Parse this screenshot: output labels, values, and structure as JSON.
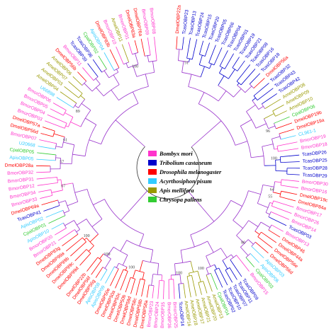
{
  "figure": {
    "legend": [
      {
        "species": "Bombyx mori",
        "color": "#ff33cc"
      },
      {
        "species": "Tribolium castaneum",
        "color": "#0000cc"
      },
      {
        "species": "Drosophila melanogaster",
        "color": "#ff0000"
      },
      {
        "species": "Acyrthosiphon pisum",
        "color": "#33ccff"
      },
      {
        "species": "Apis mellifera",
        "color": "#999900"
      },
      {
        "species": "Chrysopa pallens",
        "color": "#33cc33"
      }
    ],
    "right_labels": [
      {
        "text": "DmelOBP22a",
        "color": "#ff0000"
      },
      {
        "text": "TcasOBP23",
        "color": "#0000cc"
      },
      {
        "text": "TcasOBP13",
        "color": "#0000cc"
      },
      {
        "text": "TcasOBP24",
        "color": "#0000cc"
      },
      {
        "text": "TcasOBP15",
        "color": "#0000cc"
      },
      {
        "text": "TcasOBP20",
        "color": "#0000cc"
      },
      {
        "text": "TcasOBP05",
        "color": "#0000cc"
      },
      {
        "text": "TcasOBP06",
        "color": "#0000cc"
      },
      {
        "text": "TcasOBP04",
        "color": "#0000cc"
      },
      {
        "text": "TcasOBP01",
        "color": "#0000cc"
      },
      {
        "text": "TcasOBP19",
        "color": "#0000cc"
      },
      {
        "text": "TcasOBP21",
        "color": "#0000cc"
      },
      {
        "text": "TcasOBP08",
        "color": "#0000cc"
      },
      {
        "text": "TcasOBP16",
        "color": "#0000cc"
      },
      {
        "text": "TcasOBP18",
        "color": "#0000cc"
      },
      {
        "text": "DmelOBP56a",
        "color": "#ff0000"
      },
      {
        "text": "TcasOBP32",
        "color": "#0000cc"
      },
      {
        "text": "TcasOBP43",
        "color": "#0000cc"
      },
      {
        "text": "TcasOBP42",
        "color": "#0000cc"
      },
      {
        "text": "AmelOBP08",
        "color": "#999900"
      },
      {
        "text": "AmelOBP09",
        "color": "#999900"
      },
      {
        "text": "AmelOBP10",
        "color": "#999900"
      },
      {
        "text": "CpalOBP06",
        "color": "#33cc33"
      },
      {
        "text": "DmelOBP19b",
        "color": "#ff0000"
      },
      {
        "text": "DmelOBP19a",
        "color": "#ff0000"
      },
      {
        "text": "CL961-1",
        "color": "#33ccff"
      },
      {
        "text": "BmorOBP19",
        "color": "#ff33cc"
      },
      {
        "text": "BmorOBP18",
        "color": "#ff33cc"
      },
      {
        "text": "TcasOBP26",
        "color": "#0000cc"
      },
      {
        "text": "TcasOBP25",
        "color": "#0000cc"
      },
      {
        "text": "TcasOBP28",
        "color": "#0000cc"
      },
      {
        "text": "TcasOBP29",
        "color": "#0000cc"
      },
      {
        "text": "BmorOBP30",
        "color": "#ff33cc"
      },
      {
        "text": "BmorOBP16",
        "color": "#ff33cc"
      },
      {
        "text": "DmelOBP19c",
        "color": "#ff0000"
      },
      {
        "text": "DmelOBP84a",
        "color": "#ff0000"
      },
      {
        "text": "BmorOBP17",
        "color": "#ff33cc"
      },
      {
        "text": "BmorOBP26",
        "color": "#ff33cc"
      },
      {
        "text": "BmorOBP14",
        "color": "#ff33cc"
      },
      {
        "text": "TcasOBP03",
        "color": "#0000cc"
      },
      {
        "text": "BmorOBP13",
        "color": "#ff33cc"
      },
      {
        "text": "DmelOBP46",
        "color": "#ff0000"
      },
      {
        "text": "DmelOBP44a",
        "color": "#ff0000"
      },
      {
        "text": "DmelOBP56e",
        "color": "#ff0000"
      },
      {
        "text": "DmelOBP56d",
        "color": "#ff0000"
      },
      {
        "text": "ApisOBP03",
        "color": "#33ccff"
      },
      {
        "text": "ApisOBP06",
        "color": "#33ccff"
      },
      {
        "text": "CpalOBP03",
        "color": "#33cc33"
      },
      {
        "text": "BmorOBP15",
        "color": "#ff33cc"
      }
    ],
    "left_labels": [
      {
        "text": "DmelOBP99d",
        "color": "#ff0000"
      },
      {
        "text": "DmelOBP99c",
        "color": "#ff0000"
      },
      {
        "text": "DmelOBP99b",
        "color": "#ff0000"
      },
      {
        "text": "DmelOBP99a",
        "color": "#ff0000"
      },
      {
        "text": "DmelOBP83g",
        "color": "#ff0000"
      },
      {
        "text": "BmorOBP21",
        "color": "#ff33cc"
      },
      {
        "text": "BmorOBP20",
        "color": "#ff33cc"
      },
      {
        "text": "ApisOBP10",
        "color": "#33ccff"
      },
      {
        "text": "CpalOBP01",
        "color": "#33cc33"
      },
      {
        "text": "ApisOBP02",
        "color": "#33ccff"
      },
      {
        "text": "TcasOBP41",
        "color": "#0000cc"
      },
      {
        "text": "DmelOBP69a",
        "color": "#ff0000"
      },
      {
        "text": "BmorOBP33",
        "color": "#ff33cc"
      },
      {
        "text": "BmorOBP34",
        "color": "#ff33cc"
      },
      {
        "text": "BmorOBP12",
        "color": "#ff33cc"
      },
      {
        "text": "BmorOBP31",
        "color": "#ff33cc"
      },
      {
        "text": "BmorOBP32",
        "color": "#ff33cc"
      },
      {
        "text": "DmelOBP28a",
        "color": "#ff0000"
      },
      {
        "text": "ApisOBP05",
        "color": "#33ccff"
      },
      {
        "text": "CpalOBP05",
        "color": "#33cc33"
      },
      {
        "text": "U20668",
        "color": "#33ccff"
      },
      {
        "text": "BmorOBP07",
        "color": "#ff33cc"
      },
      {
        "text": "DmelOBP56d",
        "color": "#ff0000"
      },
      {
        "text": "DmelOBP57a",
        "color": "#ff0000"
      },
      {
        "text": "BmorOBP03",
        "color": "#ff33cc"
      },
      {
        "text": "BmorOBP04",
        "color": "#ff33cc"
      },
      {
        "text": "BmorOBP05",
        "color": "#ff33cc"
      },
      {
        "text": "BmorOBP06",
        "color": "#ff33cc"
      },
      {
        "text": "U66898",
        "color": "#33ccff"
      },
      {
        "text": "AmelOBP04",
        "color": "#999900"
      },
      {
        "text": "AmelOBP03",
        "color": "#999900"
      },
      {
        "text": "AmelOBP07",
        "color": "#999900"
      },
      {
        "text": "AmelOBP06",
        "color": "#999900"
      },
      {
        "text": "DmelOBP56b",
        "color": "#ff0000"
      },
      {
        "text": "BmorOBP11",
        "color": "#ff33cc"
      },
      {
        "text": "TcasOBP39",
        "color": "#0000cc"
      },
      {
        "text": "TcasOBP36",
        "color": "#0000cc"
      },
      {
        "text": "CpalOBP02",
        "color": "#33cc33"
      },
      {
        "text": "ApisOBP04",
        "color": "#33ccff"
      },
      {
        "text": "DmelOBP83b",
        "color": "#ff0000"
      },
      {
        "text": "BmorOBP10",
        "color": "#ff33cc"
      },
      {
        "text": "AmelOBP11",
        "color": "#999900"
      },
      {
        "text": "BmorOBP01",
        "color": "#ff33cc"
      },
      {
        "text": "DmelOBP83a",
        "color": "#ff0000"
      },
      {
        "text": "DmelOBP76a",
        "color": "#ff0000"
      },
      {
        "text": "BmorOBP09",
        "color": "#ff33cc"
      },
      {
        "text": "BmorOBP08",
        "color": "#ff33cc"
      }
    ],
    "bottom_labels": [
      {
        "text": "TcasOBP09",
        "color": "#0000cc"
      },
      {
        "text": "TcasOBP11",
        "color": "#0000cc"
      },
      {
        "text": "TcasOBP07",
        "color": "#0000cc"
      },
      {
        "text": "TcasOBP10",
        "color": "#0000cc"
      },
      {
        "text": "TcasOBP02",
        "color": "#0000cc"
      },
      {
        "text": "CpalOBP04",
        "color": "#33cc33"
      },
      {
        "text": "AmelOBP13",
        "color": "#999900"
      },
      {
        "text": "AmelOBP20",
        "color": "#999900"
      },
      {
        "text": "AmelOBP21",
        "color": "#999900"
      },
      {
        "text": "AmelOBP17",
        "color": "#999900"
      },
      {
        "text": "AmelOBP18",
        "color": "#999900"
      },
      {
        "text": "AmelOBP16",
        "color": "#999900"
      },
      {
        "text": "TcasOBP14",
        "color": "#0000cc"
      },
      {
        "text": "BmorOBP25",
        "color": "#ff33cc"
      },
      {
        "text": "BmorOBP36",
        "color": "#ff33cc"
      },
      {
        "text": "BmorOBP35",
        "color": "#ff33cc"
      },
      {
        "text": "BmorOBP24",
        "color": "#ff33cc"
      },
      {
        "text": "BmorOBP23",
        "color": "#ff33cc"
      },
      {
        "text": "DmelOBP58a",
        "color": "#ff0000"
      },
      {
        "text": "DmelOBP58b",
        "color": "#ff0000"
      },
      {
        "text": "DmelOBP58c",
        "color": "#ff0000"
      },
      {
        "text": "DmelOBP58d",
        "color": "#ff0000"
      },
      {
        "text": "DmelOBP50b",
        "color": "#ff0000"
      },
      {
        "text": "DmelOBP50c",
        "color": "#ff0000"
      },
      {
        "text": "DmelOBP50a",
        "color": "#ff0000"
      },
      {
        "text": "DmelOBP50e",
        "color": "#ff0000"
      },
      {
        "text": "ApisOBP09",
        "color": "#33ccff"
      },
      {
        "text": "ApisOBP08",
        "color": "#33ccff"
      },
      {
        "text": "DmelOBP56g",
        "color": "#ff0000"
      },
      {
        "text": "DmelOBP56f",
        "color": "#ff0000"
      },
      {
        "text": "DmelOBP22b",
        "color": "#ff0000"
      }
    ],
    "bootstrap_labels": [
      {
        "text": "51",
        "angle": -80
      },
      {
        "text": "100",
        "angle": -108
      },
      {
        "text": "89",
        "angle": -148
      },
      {
        "text": "61",
        "angle": -165
      },
      {
        "text": "57",
        "angle": 183
      },
      {
        "text": "67",
        "angle": 170
      },
      {
        "text": "96",
        "angle": -20
      },
      {
        "text": "100",
        "angle": -5
      },
      {
        "text": "64",
        "angle": 12
      },
      {
        "text": "55",
        "angle": 16
      },
      {
        "text": "80",
        "angle": 45
      },
      {
        "text": "100",
        "angle": 72
      },
      {
        "text": "100",
        "angle": 110
      },
      {
        "text": "100",
        "angle": 125
      },
      {
        "text": "100",
        "angle": 140
      },
      {
        "text": "100",
        "angle": 84
      }
    ]
  }
}
